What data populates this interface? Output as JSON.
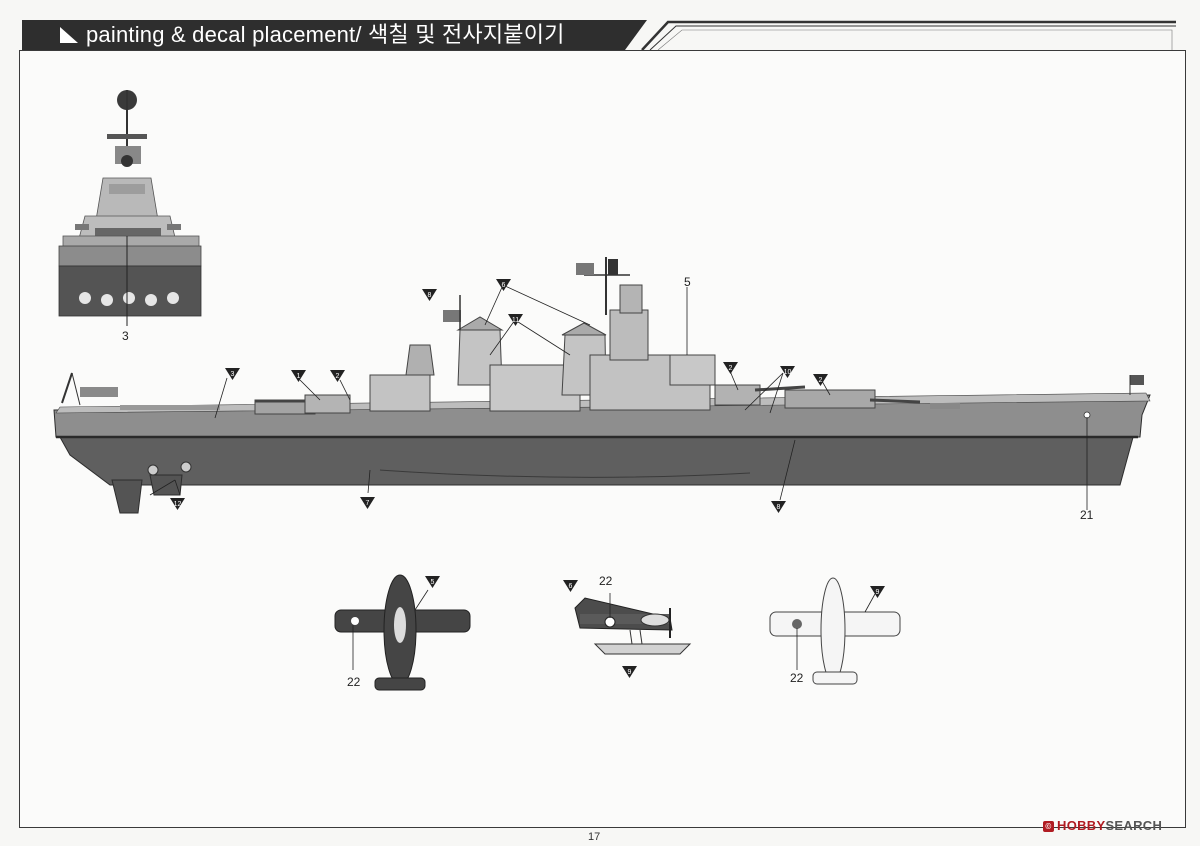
{
  "header": {
    "title": "painting & decal placement/ 색칠 및 전사지붙이기"
  },
  "page_number": "17",
  "watermark": {
    "mark": "©",
    "brand_red": "HOBBY",
    "brand_rest": "SEARCH"
  },
  "front_view": {
    "callout_label": "3"
  },
  "ship": {
    "decal_labels": [
      "5",
      "21"
    ],
    "marker_numbers": [
      "3",
      "1",
      "2",
      "8",
      "6",
      "11",
      "2",
      "10",
      "2",
      "12",
      "7",
      "8"
    ]
  },
  "aircraft": [
    {
      "name": "fighter",
      "decal_label": "22",
      "marker_number": "5"
    },
    {
      "name": "seaplane",
      "decal_label": "22",
      "marker_numbers": [
        "6",
        "9"
      ]
    },
    {
      "name": "white-plane",
      "decal_label": "22",
      "marker_number": "9"
    }
  ],
  "colors": {
    "header_dark": "#2e2e2e",
    "hull_upper": "#8f8f8f",
    "hull_lower": "#5e5e5e",
    "deck": "#bdbdbd",
    "superstructure": "#c4c4c4",
    "aircraft_dark": "#454545"
  }
}
